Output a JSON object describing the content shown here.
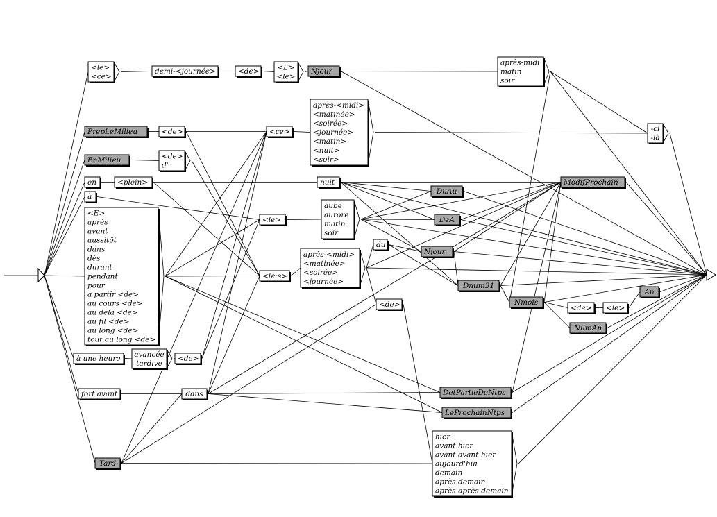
{
  "graph": {
    "nodes": {
      "le_ce": [
        "<le>",
        "<ce>"
      ],
      "demi_journee": [
        "demi-<journée>"
      ],
      "de1": [
        "<de>"
      ],
      "e_le": [
        "<E>",
        "<le>"
      ],
      "njour1": [
        "Njour"
      ],
      "apres_midi_matin_soir": [
        "après-midi",
        "matin",
        "soir"
      ],
      "prep_le_milieu": [
        "PrepLeMilieu"
      ],
      "de2": [
        "<de>"
      ],
      "en_milieu": [
        "EnMilieu"
      ],
      "de_d": [
        "<de>",
        "d'"
      ],
      "en": [
        "en"
      ],
      "plein": [
        "<plein>"
      ],
      "a": [
        "à"
      ],
      "big_list": [
        "<E>",
        "après",
        "avant",
        "aussitôt",
        "dans",
        "dès",
        "durant",
        "pendant",
        "pour",
        "à partir <de>",
        "au cours <de>",
        "au delà <de>",
        "au fil <de>",
        "au long <de>",
        "tout au long <de>"
      ],
      "a_une_heure": [
        "à une heure"
      ],
      "avancee_tardive": [
        "avancée",
        "tardive"
      ],
      "de3": [
        "<de>"
      ],
      "fort_avant": [
        "fort avant"
      ],
      "dans": [
        "dans"
      ],
      "tard": [
        "Tard"
      ],
      "ce": [
        "<ce>"
      ],
      "le": [
        "<le>"
      ],
      "les": [
        "<le:s>"
      ],
      "apres_list_1": [
        "après-<midi>",
        "<matinée>",
        "<soirée>",
        "<journée>",
        "<matin>",
        "<nuit>",
        "<soir>"
      ],
      "apres_list_2": [
        "après-<midi>",
        "<matinée>",
        "<soirée>",
        "<journée>"
      ],
      "nuit": [
        "nuit"
      ],
      "aube_list": [
        "aube",
        "aurore",
        "matin",
        "soir"
      ],
      "du": [
        "du"
      ],
      "de4": [
        "<de>"
      ],
      "du_au": [
        "DuAu"
      ],
      "de_a": [
        "DeA"
      ],
      "njour2": [
        "Njour"
      ],
      "dnum31": [
        "Dnum31"
      ],
      "nmois": [
        "Nmois"
      ],
      "de5": [
        "<de>"
      ],
      "le2": [
        "<le>"
      ],
      "an": [
        "An"
      ],
      "num_an": [
        "NumAn"
      ],
      "modif_prochain": [
        "ModifProchain"
      ],
      "ci_la": [
        "-ci",
        "-là"
      ],
      "det_partie": [
        "DetPartieDeNtps"
      ],
      "le_prochain": [
        "LeProchainNtps"
      ],
      "hier_list": [
        "hier",
        "avant-hier",
        "avant-avant-hier",
        "aujourd'hui",
        "demain",
        "après-demain",
        "après-après-demain"
      ]
    }
  }
}
